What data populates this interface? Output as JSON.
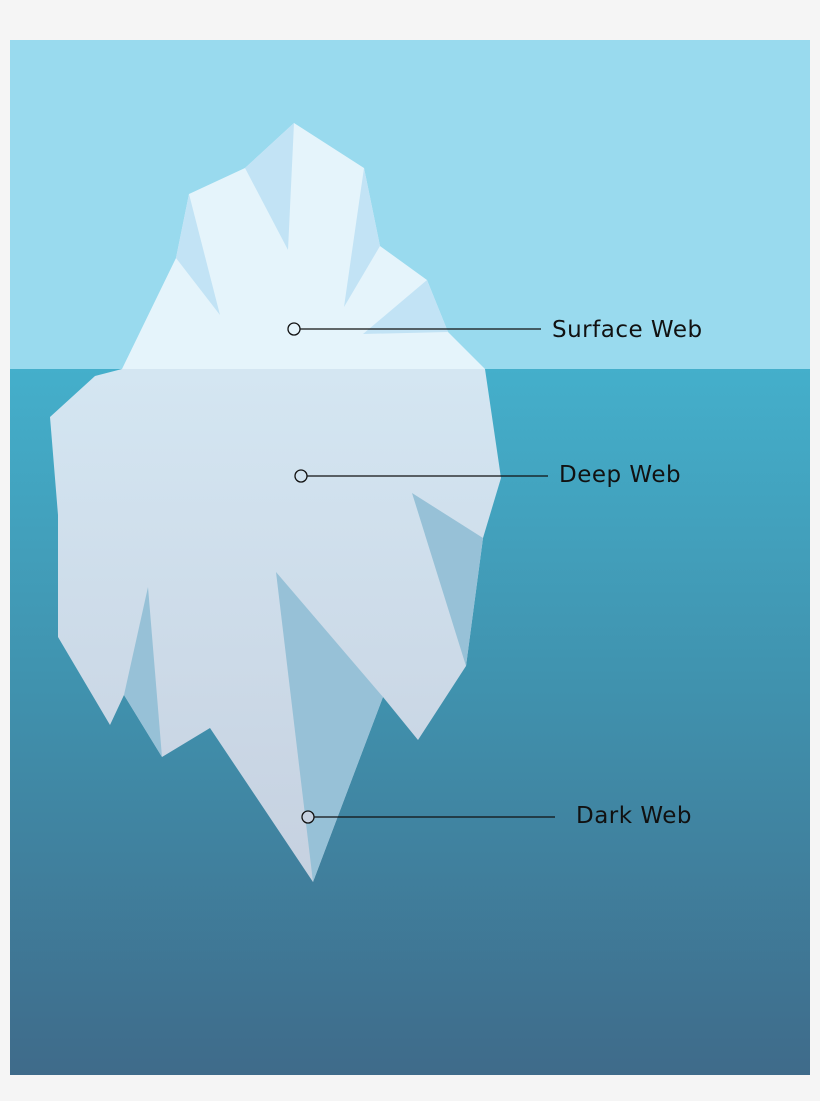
{
  "colors": {
    "page_background": "#f5f5f5",
    "sky": "#99daee",
    "water_top": "#44afcb",
    "water_bottom": "#3f6b8a",
    "ice_above_light": "#e5f4fb",
    "ice_above_shadow": "#c2e3f5",
    "ice_below_top": "#d4e6f2",
    "ice_below_bottom": "#c6d1e0",
    "ice_below_shadow": "#97c1d7",
    "leader_line": "#111111",
    "label_text": "#111111"
  },
  "diagram": {
    "layers": [
      {
        "id": "surface",
        "label": "Surface Web"
      },
      {
        "id": "deep",
        "label": "Deep Web"
      },
      {
        "id": "dark",
        "label": "Dark Web"
      }
    ]
  }
}
